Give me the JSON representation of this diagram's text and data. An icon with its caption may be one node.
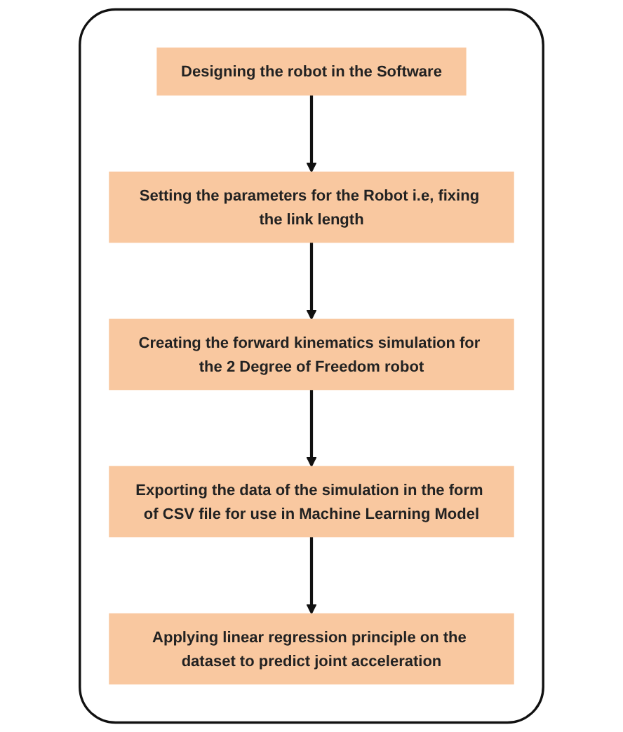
{
  "diagram": {
    "nodes": [
      {
        "text": [],
        "shape": "box"
      },
      {
        "text": [
          "Designing the robot in the Software"
        ],
        "in": 0
      },
      {
        "text": [
          "Setting the parameters for the Robot i.e, fixing the link length"
        ],
        "in": 0
      },
      {
        "text": [
          "Creating the forward kinematics simulation for the 2 Degree of Freedom robot"
        ],
        "in": 0
      },
      {
        "text": [
          "Exporting the data of the simulation in the form of CSV file for use in Machine Learning Model"
        ],
        "in": 0
      },
      {
        "text": [
          "Applying linear regression principle on the dataset to predict joint acceleration"
        ],
        "in": 0
      }
    ],
    "edges": [
      {
        "from": 1,
        "to": 2,
        "arrow": "to"
      },
      {
        "from": 2,
        "to": 3,
        "arrow": "to"
      },
      {
        "from": 3,
        "to": 4,
        "arrow": "to"
      },
      {
        "from": 4,
        "to": 5,
        "arrow": "to"
      }
    ]
  }
}
